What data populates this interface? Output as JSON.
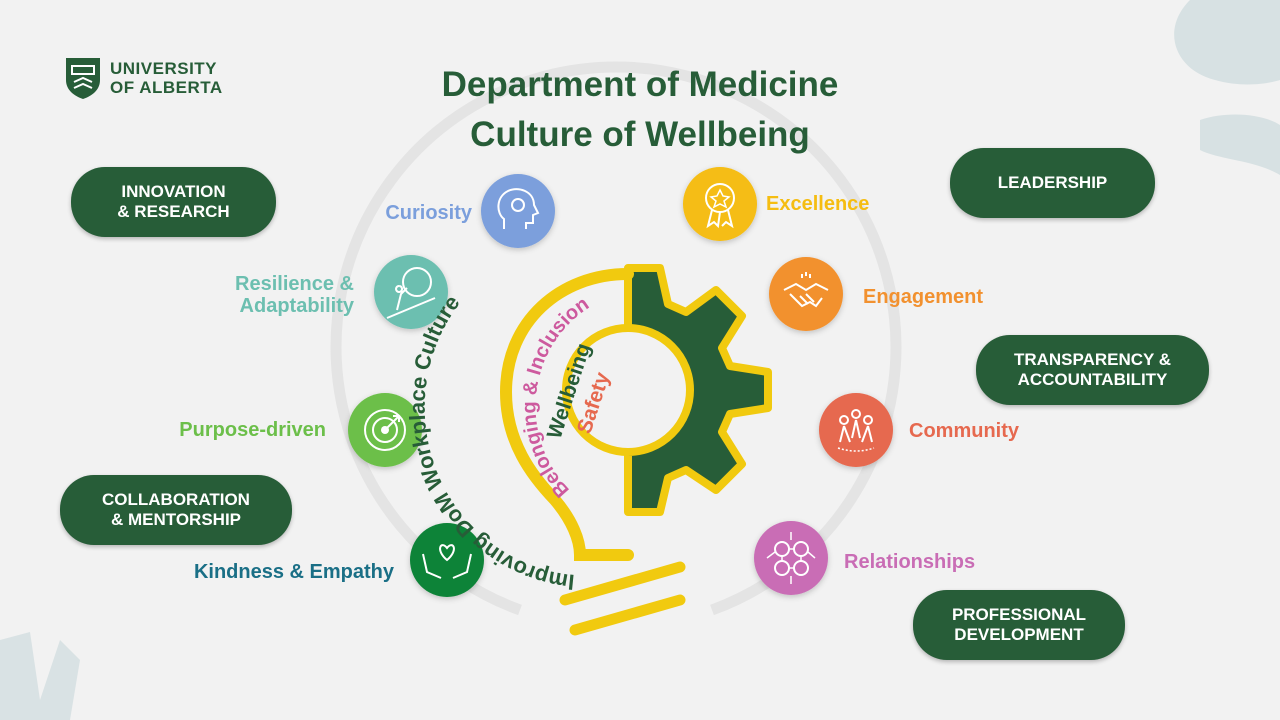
{
  "logo": {
    "line1": "UNIVERSITY",
    "line2": "OF ALBERTA"
  },
  "title": {
    "line1": "Department of Medicine",
    "line2": "Culture of Wellbeing"
  },
  "pillars": [
    {
      "label": "INNOVATION\n& RESEARCH"
    },
    {
      "label": "LEADERSHIP"
    },
    {
      "label": "TRANSPARENCY &\nACCOUNTABILITY"
    },
    {
      "label": "COLLABORATION\n& MENTORSHIP"
    },
    {
      "label": "PROFESSIONAL\nDEVELOPMENT"
    }
  ],
  "values_left": [
    {
      "label": "Curiosity",
      "icon": "lightbulb-head-icon",
      "color": "#7b9fdc"
    },
    {
      "label": "Resilience &\nAdaptability",
      "icon": "push-boulder-icon",
      "color": "#6cbfb0"
    },
    {
      "label": "Purpose-driven",
      "icon": "target-icon",
      "color": "#6cbf4a"
    },
    {
      "label": "Kindness & Empathy",
      "icon": "heart-hands-icon",
      "color": "#1a6f86"
    }
  ],
  "values_right": [
    {
      "label": "Excellence",
      "icon": "award-ribbon-icon",
      "color": "#f5bd12"
    },
    {
      "label": "Engagement",
      "icon": "handshake-icon",
      "color": "#f2912f"
    },
    {
      "label": "Community",
      "icon": "people-group-icon",
      "color": "#e6694f"
    },
    {
      "label": "Relationships",
      "icon": "network-icon",
      "color": "#c96db5"
    }
  ],
  "center": {
    "outer_arc": "Improving DoM Workplace Culture",
    "inner_arc": "Belonging & Inclusion",
    "word1": "Wellbeing",
    "word2": "Safety"
  },
  "colors": {
    "brand_green": "#275d38",
    "gear_yellow": "#f1ca0f",
    "pink": "#cd5a9e",
    "coral": "#e6694f",
    "kindness_circle": "#118338"
  }
}
